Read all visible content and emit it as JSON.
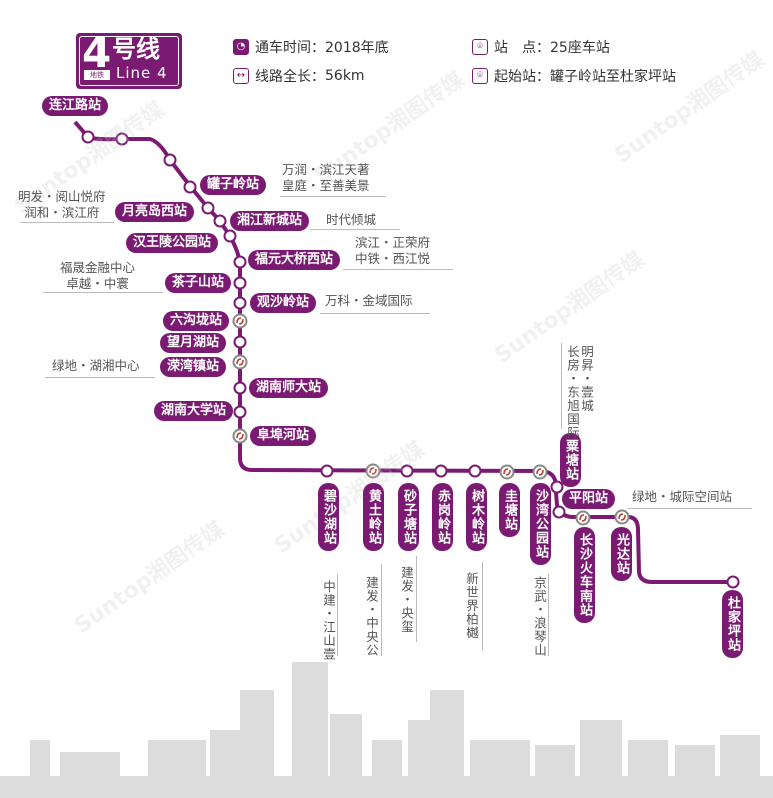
{
  "header": {
    "logo": {
      "number": "4",
      "cn": "号线",
      "en": "Line 4",
      "tag": "地铁"
    },
    "open_time": {
      "label": "通车时间：",
      "value": "2018年底",
      "icon": "clock-icon"
    },
    "length": {
      "label": "线路全长：",
      "value": "56km",
      "icon": "double-arrow-icon"
    },
    "stations": {
      "label": "站　点：",
      "value": "25座车站",
      "icon": "location-pin-icon"
    },
    "terminals": {
      "label": "起始站：",
      "value": "罐子岭站至杜家坪站",
      "icon": "location-pin-icon"
    }
  },
  "colors": {
    "line": "#7b1a72",
    "note_line": "#bbbbbb",
    "skyline": "#d8d8d8"
  },
  "stations": [
    "连江路站",
    "罐子岭站",
    "月亮岛西站",
    "湘江新城站",
    "汉王陵公园站",
    "福元大桥西站",
    "茶子山站",
    "观沙岭站",
    "六沟垅站",
    "望月湖站",
    "溁湾镇站",
    "湖南师大站",
    "湖南大学站",
    "阜埠河站",
    "碧沙湖站",
    "黄土岭站",
    "砂子塘站",
    "赤岗岭站",
    "树木岭站",
    "圭塘站",
    "沙湾公园站",
    "粟塘站",
    "平阳站",
    "长沙火车南站",
    "光达站",
    "杜家坪站"
  ],
  "notes": {
    "guanziling": [
      "万润・滨江天著",
      "皇庭・至善美景"
    ],
    "yueliangdao": [
      "明发・阅山悦府",
      "润和・滨江府"
    ],
    "xiangjiang": [
      "时代倾城"
    ],
    "fuyuan": [
      "滨江・正荣府",
      "中铁・西江悦"
    ],
    "chazishan": [
      "福晟金融中心",
      "卓越・中寰"
    ],
    "guanshaling": [
      "万科・金域国际"
    ],
    "rongwan": [
      "绿地・湖湘中心"
    ],
    "pingyang": [
      "绿地・城际空间站"
    ],
    "bishahu": "中建・江山壹",
    "huangtuling": "建发・中央公",
    "shazitang": "建发・央玺",
    "shumuling": "新世界柏樾",
    "shawan": "京武・浪琴山",
    "sutang": [
      "明昇・壹城",
      "长房・东旭国际"
    ]
  },
  "watermark": "Suntop湘图传媒"
}
